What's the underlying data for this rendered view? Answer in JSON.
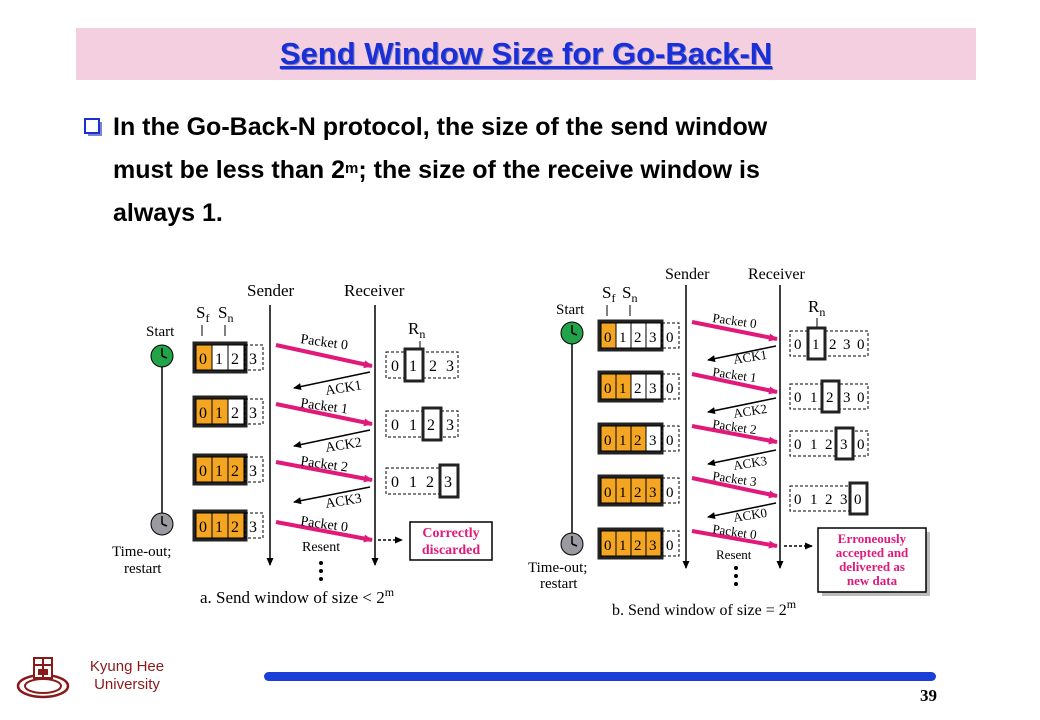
{
  "slide": {
    "title": "Send Window Size for Go-Back-N",
    "bullet_line1": "In the Go-Back-N protocol, the size of the send window",
    "bullet_line2_a": "must be less than 2",
    "bullet_line2_sup": "m",
    "bullet_line2_b": "; the size of the receive window is",
    "bullet_line3": "always 1.",
    "page_number": "39",
    "university_line1": "Kyung Hee",
    "university_line2": "University"
  },
  "colors": {
    "title": "#1a2fd6",
    "title_bar": "#f4cfe0",
    "packet_arrow": "#e0197a",
    "window_fill": "#f4a623",
    "clock_start": "#22a34a",
    "clock_timeout": "#9a9aa0",
    "footer_line": "#1a3fd6"
  },
  "figure_a": {
    "sender": "Sender",
    "receiver": "Receiver",
    "start": "Start",
    "timeout_1": "Time-out;",
    "timeout_2": "restart",
    "sf": "S",
    "sf_sub": "f",
    "sn": "S",
    "sn_sub": "n",
    "rn": "R",
    "rn_sub": "n",
    "seq": [
      "0",
      "1",
      "2",
      "3"
    ],
    "messages": [
      "Packet 0",
      "ACK1",
      "Packet 1",
      "ACK2",
      "Packet 2",
      "ACK3",
      "Packet 0",
      "Resent"
    ],
    "result_1": "Correctly",
    "result_2": "discarded",
    "caption": "a. Send window of size < 2",
    "caption_sup": "m"
  },
  "figure_b": {
    "sender": "Sender",
    "receiver": "Receiver",
    "start": "Start",
    "timeout_1": "Time-out;",
    "timeout_2": "restart",
    "sf": "S",
    "sf_sub": "f",
    "sn": "S",
    "sn_sub": "n",
    "rn": "R",
    "rn_sub": "n",
    "seq": [
      "0",
      "1",
      "2",
      "3",
      "0"
    ],
    "messages": [
      "Packet 0",
      "ACK1",
      "Packet 1",
      "ACK2",
      "Packet 2",
      "ACK3",
      "Packet 3",
      "ACK0",
      "Packet 0",
      "Resent"
    ],
    "result_1": "Erroneously",
    "result_2": "accepted and",
    "result_3": "delivered as",
    "result_4": "new data",
    "caption": "b. Send window of size = 2",
    "caption_sup": "m"
  }
}
